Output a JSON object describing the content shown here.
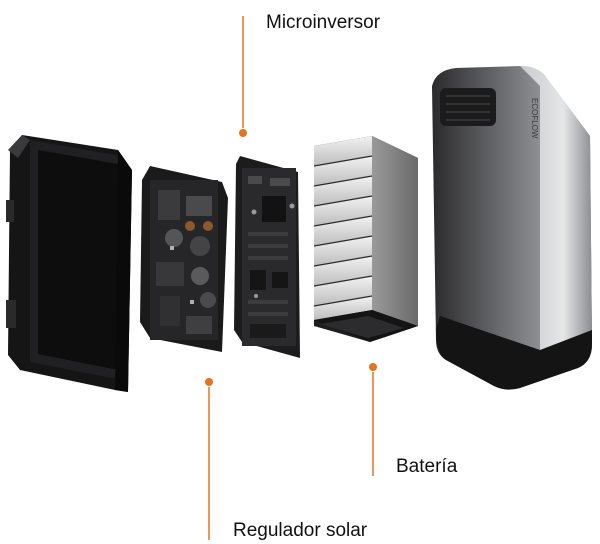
{
  "labels": {
    "microinverter": "Microinversor",
    "battery": "Batería",
    "solar_regulator": "Regulador solar"
  },
  "device": {
    "logo_text": "ECOFLOW"
  },
  "colors": {
    "accent": "#e8731f",
    "label_text": "#111111",
    "background": "#ffffff"
  }
}
